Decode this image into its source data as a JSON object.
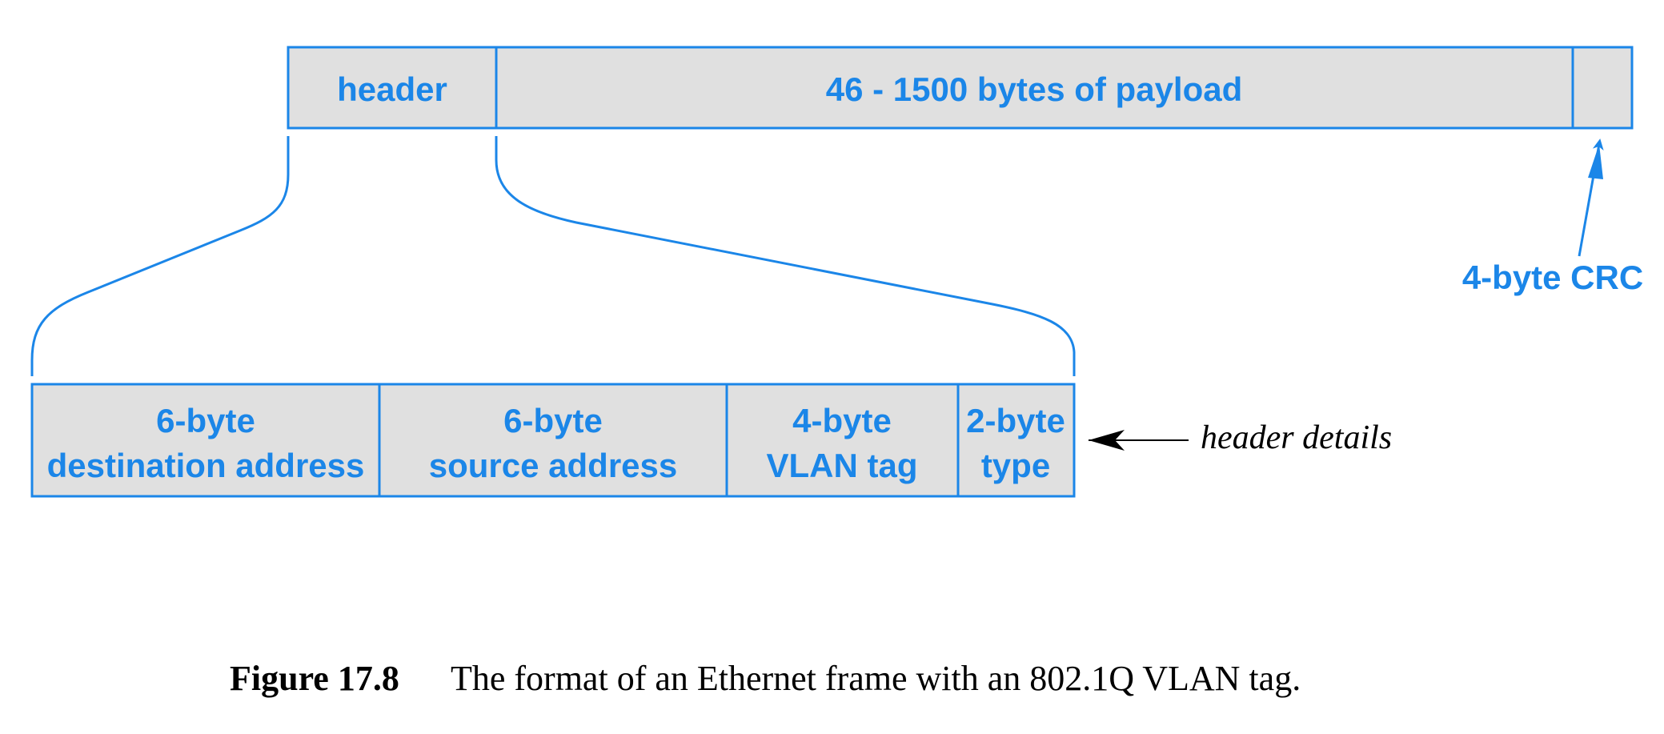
{
  "frame": {
    "header_label": "header",
    "payload_label": "46 - 1500 bytes of payload",
    "crc_label": "4-byte CRC"
  },
  "header_fields": [
    {
      "line1": "6-byte",
      "line2": "destination address"
    },
    {
      "line1": "6-byte",
      "line2": "source address"
    },
    {
      "line1": "4-byte",
      "line2": "VLAN tag"
    },
    {
      "line1": "2-byte",
      "line2": "type"
    }
  ],
  "annotation": "header details",
  "caption": {
    "label": "Figure 17.8",
    "text": "The format of an Ethernet frame with an 802.1Q VLAN tag."
  },
  "colors": {
    "diagram_blue": "#1b86e8",
    "cell_fill": "#e0e0e0",
    "arrow_black": "#000000"
  }
}
